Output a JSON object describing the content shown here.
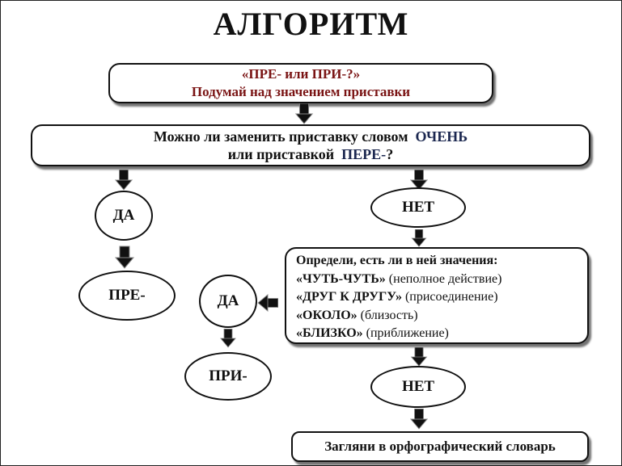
{
  "title": "АЛГОРИТМ",
  "top_box": {
    "line1": "«ПРЕ- или ПРИ-?»",
    "line2": "Подумай над значением приставки"
  },
  "question_box": {
    "line1_text": "Можно ли заменить приставку словом",
    "line1_highlight": "ОЧЕНЬ",
    "line2_text": "или приставкой",
    "line2_highlight": "ПЕРЕ-",
    "line2_end": "?"
  },
  "left_branch": {
    "yes": "ДА",
    "result": "ПРЕ-"
  },
  "right_branch": {
    "no1": "НЕТ",
    "meanings_box": {
      "header": "Определи, есть ли в ней значения:",
      "items": [
        {
          "key": "«ЧУТЬ-ЧУТЬ»",
          "note": "(неполное действие)"
        },
        {
          "key": "«ДРУГ К ДРУГУ»",
          "note": "(присоединение)"
        },
        {
          "key": "«ОКОЛО»",
          "note": "(близость)"
        },
        {
          "key": "«БЛИЗКО»",
          "note": "(приближение)"
        }
      ]
    },
    "no2": "НЕТ",
    "final_box": "Загляни в орфографический словарь"
  },
  "middle_branch": {
    "yes": "ДА",
    "result": "ПРИ-"
  },
  "colors": {
    "dark_red": "#7a1414",
    "navy": "#1c2850",
    "border": "#111111"
  }
}
